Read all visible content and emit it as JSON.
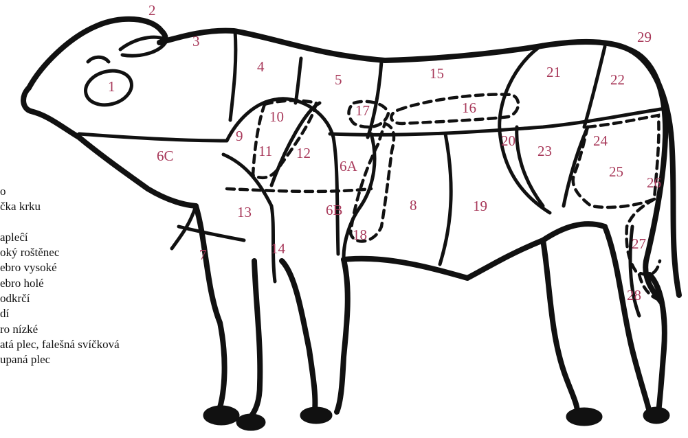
{
  "cut_numbers": [
    {
      "id": "n1",
      "label": "1"
    },
    {
      "id": "n2",
      "label": "2"
    },
    {
      "id": "n3",
      "label": "3"
    },
    {
      "id": "n4",
      "label": "4"
    },
    {
      "id": "n5",
      "label": "5"
    },
    {
      "id": "n6a",
      "label": "6A"
    },
    {
      "id": "n6b",
      "label": "6B"
    },
    {
      "id": "n6c",
      "label": "6C"
    },
    {
      "id": "n7",
      "label": "7"
    },
    {
      "id": "n8",
      "label": "8"
    },
    {
      "id": "n9",
      "label": "9"
    },
    {
      "id": "n10",
      "label": "10"
    },
    {
      "id": "n11",
      "label": "11"
    },
    {
      "id": "n12",
      "label": "12"
    },
    {
      "id": "n13",
      "label": "13"
    },
    {
      "id": "n14",
      "label": "14"
    },
    {
      "id": "n15",
      "label": "15"
    },
    {
      "id": "n16",
      "label": "16"
    },
    {
      "id": "n17",
      "label": "17"
    },
    {
      "id": "n18",
      "label": "18"
    },
    {
      "id": "n19",
      "label": "19"
    },
    {
      "id": "n20",
      "label": "20"
    },
    {
      "id": "n21",
      "label": "21"
    },
    {
      "id": "n22",
      "label": "22"
    },
    {
      "id": "n23",
      "label": "23"
    },
    {
      "id": "n24",
      "label": "24"
    },
    {
      "id": "n25",
      "label": "25"
    },
    {
      "id": "n26",
      "label": "26"
    },
    {
      "id": "n27",
      "label": "27"
    },
    {
      "id": "n28",
      "label": "28"
    },
    {
      "id": "n29",
      "label": "29"
    }
  ],
  "legend": [
    "o",
    "čka krku",
    "",
    "apleĉí",
    "oký roštěnec",
    "ebro vysoké",
    "ebro holé",
    "odkrčí",
    "dí",
    "ro nízké",
    "atá plec, falešná svíčková",
    "upaná plec"
  ],
  "colors": {
    "number_color": "#a8395a",
    "line_color": "#111111",
    "background": "#ffffff"
  }
}
